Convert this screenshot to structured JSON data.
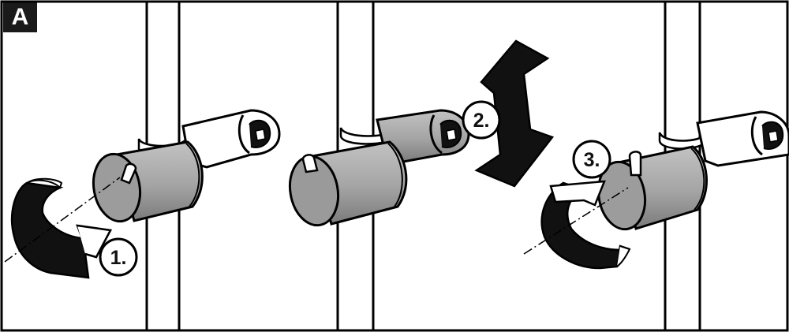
{
  "figure": {
    "panel_label": "A",
    "steps": [
      {
        "label": "1.",
        "action": "rotate-loosen"
      },
      {
        "label": "2.",
        "action": "slide-up-down"
      },
      {
        "label": "3.",
        "action": "rotate-tighten"
      }
    ],
    "colors": {
      "outline": "#000000",
      "holder_fill": "#a5a5a5",
      "holder_dark": "#6e6e6e",
      "background": "#ffffff"
    }
  }
}
